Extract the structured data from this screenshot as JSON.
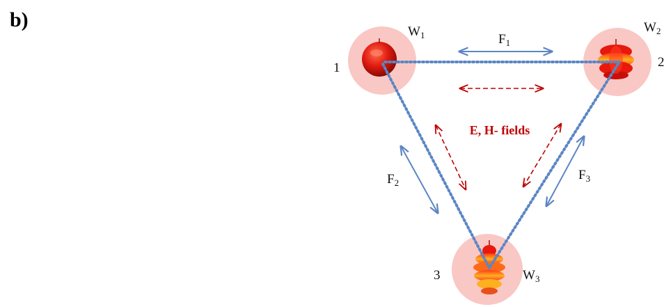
{
  "panel_label": "b)",
  "nodes": [
    {
      "id": "1",
      "number": "1",
      "weight": "W",
      "weight_sub": "1"
    },
    {
      "id": "2",
      "number": "2",
      "weight": "W",
      "weight_sub": "2"
    },
    {
      "id": "3",
      "number": "3",
      "weight": "W",
      "weight_sub": "3"
    }
  ],
  "forces": [
    {
      "label": "F",
      "sub": "1"
    },
    {
      "label": "F",
      "sub": "2"
    },
    {
      "label": "F",
      "sub": "3"
    }
  ],
  "fields_label": "E, H- fields",
  "colors": {
    "halo": "#f9c8c4",
    "link_dotted": "#5b86c4",
    "force_arrow": "#5b86c4",
    "field_arrow": "#c00000",
    "text": "#111111"
  },
  "icons": [
    "radiation-pattern-sphere-icon",
    "radiation-pattern-torus-icon",
    "radiation-pattern-multilobe-icon"
  ]
}
